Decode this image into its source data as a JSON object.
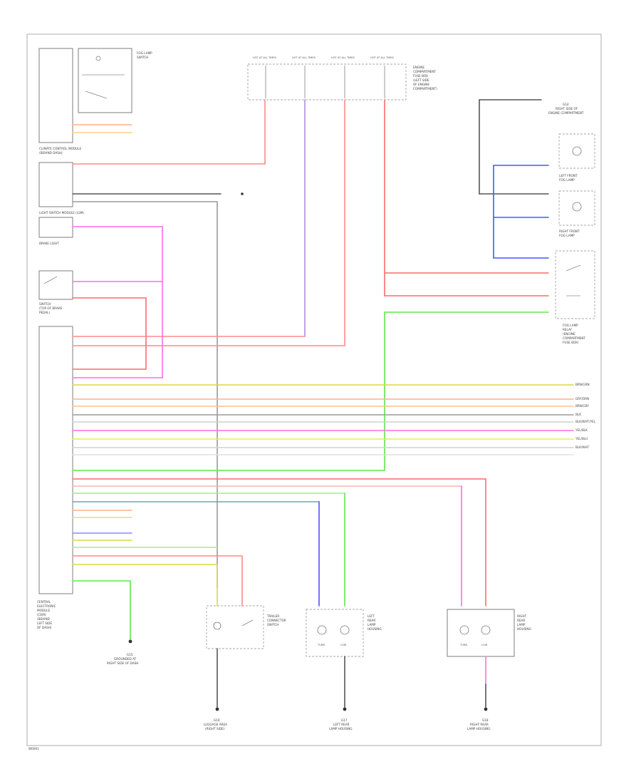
{
  "page": {
    "footer_code": "W0001"
  },
  "colors": {
    "pink": "#ff8a8a",
    "red": "#ff6a6a",
    "violet": "#b08adf",
    "magenta": "#ff6ce8",
    "blue": "#4a55ff",
    "green": "#5fe84a",
    "yellow": "#d8d84a",
    "orange": "#ffb08a",
    "gray": "#9a9a9a",
    "dark": "#444444",
    "teal": "#5aa9d6",
    "lightgreen": "#9ef08a"
  },
  "labels": {
    "fuse_block": [
      "HOT AT ALL TIMES",
      "HOT AT ALL TIMES",
      "HOT AT ALL TIMES",
      "HOT AT ALL TIMES"
    ],
    "fuse_block_caption": [
      "ENGINE",
      "COMPARTMENT",
      "FUSE BOX",
      "(LEFT SIDE",
      "OF ENGINE",
      "COMPARTMENT)"
    ],
    "top_left_switch": [
      "FOG LAMP",
      "SWITCH"
    ],
    "left_module_1": [
      "CLIMATE CONTROL MODULE",
      "(BEHIND DASH)"
    ],
    "left_module_2": [
      "LIGHT SWITCH MODULE (LSM)"
    ],
    "brake_switch": [
      "BRAKE LIGHT",
      "SWITCH",
      "(TOP OF BRAKE",
      "PEDAL)"
    ],
    "right_top": [
      "G14",
      "RIGHT SIDE OF",
      "ENGINE COMPARTMENT"
    ],
    "right_lamp_1": [
      "LEFT FRONT",
      "FOG LAMP"
    ],
    "right_lamp_2": [
      "RIGHT FRONT",
      "FOG LAMP"
    ],
    "right_module": [
      "FOG LAMP",
      "RELAY",
      "(ENGINE",
      "COMPARTMENT",
      "FUSE BOX)"
    ],
    "cem": [
      "CENTRAL",
      "ELECTRONIC",
      "MODULE",
      "(CEM)",
      "(BEHIND",
      "LEFT SIDE",
      "OF DASH)"
    ],
    "ground_left": [
      "G15",
      "GROUNDED AT",
      "RIGHT SIDE OF DASH"
    ],
    "bottom_switch": [
      "TRAILER",
      "CONNECTOR",
      "SWITCH"
    ],
    "bottom_lamp_left": [
      "LEFT",
      "REAR",
      "LAMP",
      "HOUSING"
    ],
    "bottom_lamp_right": [
      "RIGHT",
      "REAR",
      "LAMP",
      "HOUSING"
    ],
    "ground_1": [
      "G16",
      "LUGGAGE AREA",
      "(RIGHT SIDE)"
    ],
    "ground_2": [
      "G17",
      "LEFT REAR",
      "LAMP HOUSING"
    ],
    "ground_3": [
      "G18",
      "RIGHT REAR",
      "LAMP HOUSING"
    ],
    "lamp_modes": [
      "TURN",
      "LOW",
      "TURN",
      "LOW"
    ],
    "body_wires": [
      "BRN/GRN",
      "GRY/ORN",
      "BRN/GRY",
      "BLK",
      "BLK/WHT/YEL",
      "YEL/BLK",
      "YEL/BLU",
      "BLK/WHT"
    ]
  }
}
